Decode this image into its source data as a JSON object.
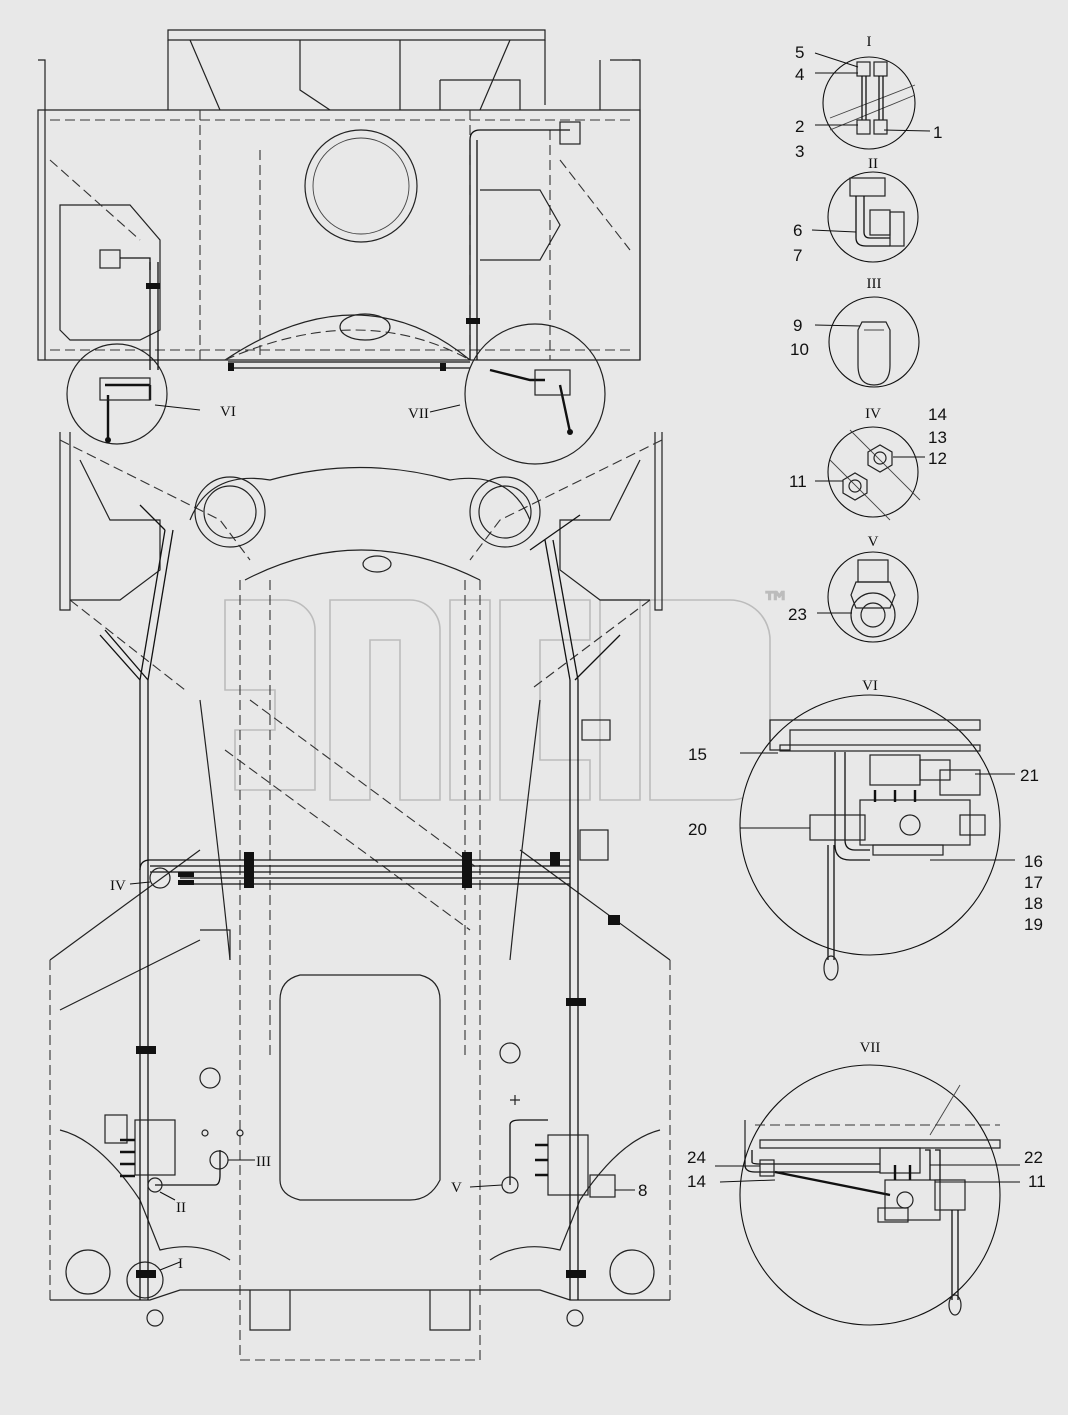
{
  "watermark": {
    "text": "™"
  },
  "detail_labels": [
    "I",
    "II",
    "III",
    "IV",
    "V",
    "VI",
    "VII"
  ],
  "main_view_labels": {
    "I": "I",
    "II": "II",
    "III": "III",
    "IV": "IV",
    "V": "V",
    "VI": "VI",
    "VII": "VII"
  },
  "callouts": {
    "d1_5": "5",
    "d1_4": "4",
    "d1_2": "2",
    "d1_3": "3",
    "d1_1": "1",
    "d2_6": "6",
    "d2_7": "7",
    "d3_9": "9",
    "d3_10": "10",
    "d4_14": "14",
    "d4_13": "13",
    "d4_12": "12",
    "d4_11": "11",
    "d5_23": "23",
    "d6_15": "15",
    "d6_21": "21",
    "d6_20": "20",
    "d6_16": "16",
    "d6_17": "17",
    "d6_18": "18",
    "d6_19": "19",
    "d7_24": "24",
    "d7_14": "14",
    "d7_22": "22",
    "d7_11": "11",
    "main_8": "8"
  }
}
